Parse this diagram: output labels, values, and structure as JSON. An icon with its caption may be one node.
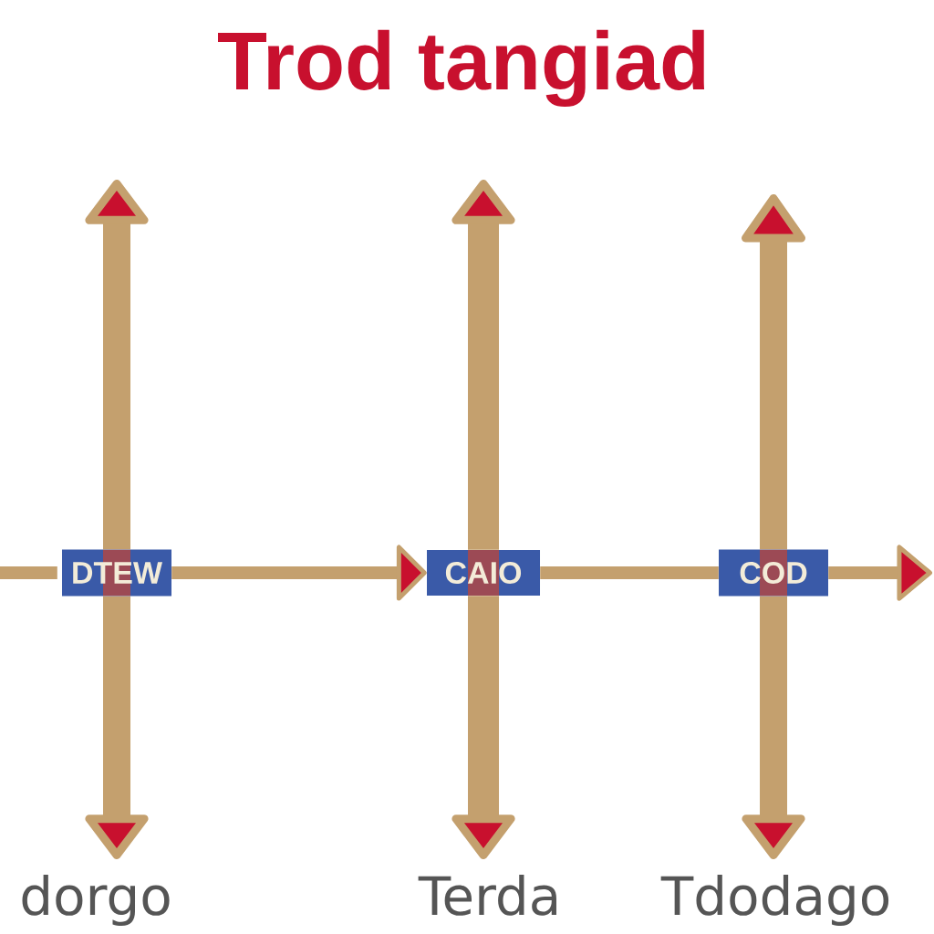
{
  "diagram": {
    "title": "Trod tangiad",
    "nodes": [
      {
        "text": [
          "DTEW"
        ]
      },
      {
        "text": [
          "CAIO"
        ]
      },
      {
        "text": [
          "COD"
        ]
      }
    ],
    "edges": [
      {
        "from": null,
        "to": 0,
        "arrow": "none"
      },
      {
        "from": 0,
        "to": 1,
        "arrow": "to"
      },
      {
        "from": 1,
        "to": 2,
        "arrow": "none"
      },
      {
        "from": 2,
        "to": null,
        "arrow": "to"
      },
      {
        "from": 0,
        "to": null,
        "arrow": "to"
      },
      {
        "from": 0,
        "to": null,
        "arrow": "to"
      },
      {
        "from": 1,
        "to": null,
        "arrow": "to"
      },
      {
        "from": 1,
        "to": null,
        "arrow": "to"
      },
      {
        "from": 2,
        "to": null,
        "arrow": "to"
      },
      {
        "from": 2,
        "to": null,
        "arrow": "to"
      }
    ],
    "labels": [
      "dorgo",
      "Terda",
      "Tdodago"
    ]
  }
}
